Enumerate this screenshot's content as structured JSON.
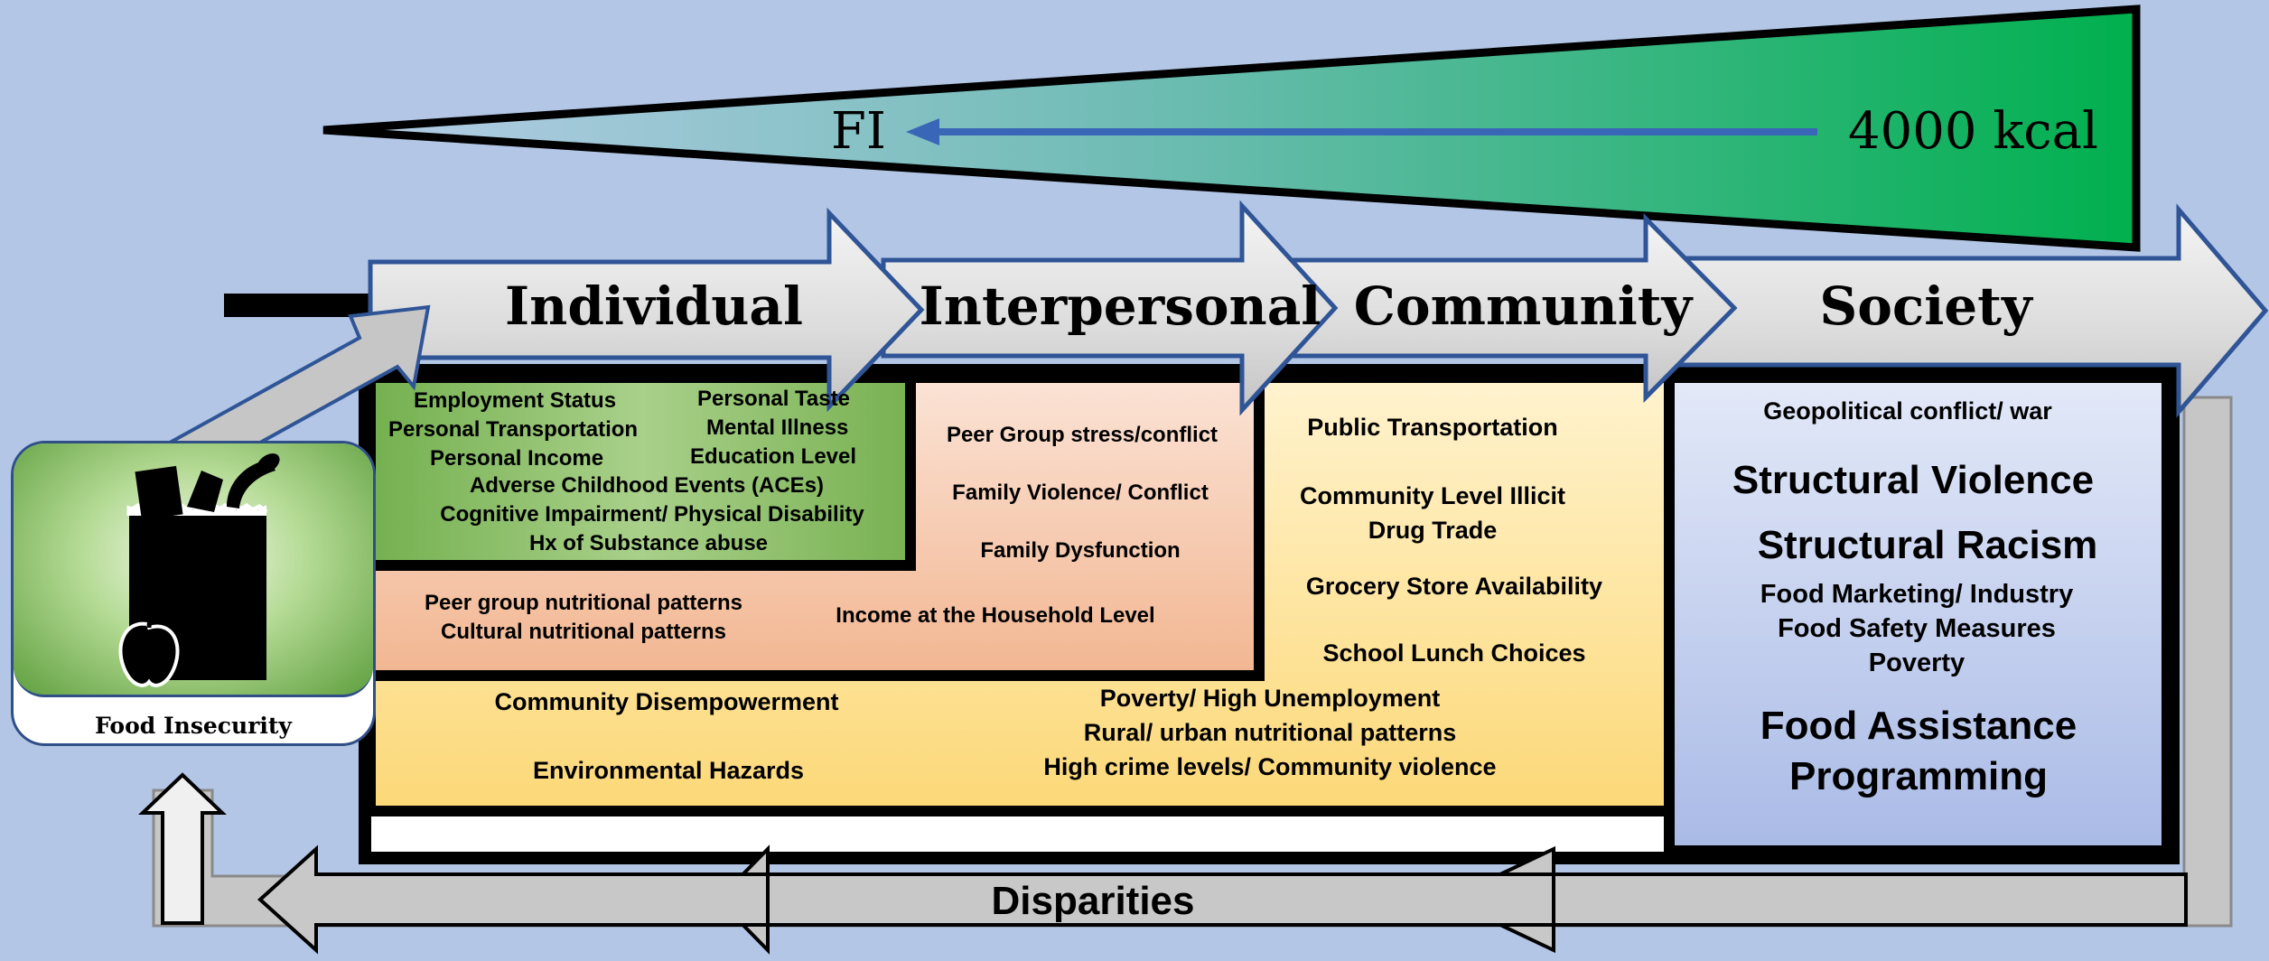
{
  "gradient_triangle": {
    "left_label": "FI",
    "right_label": "4000 kcal"
  },
  "levels": {
    "individual": "Individual",
    "interpersonal": "Interpersonal",
    "community": "Community",
    "society": "Society"
  },
  "individual_factors": {
    "employment_status": "Employment Status",
    "personal_taste": "Personal Taste",
    "personal_transportation": "Personal Transportation",
    "mental_illness": "Mental Illness",
    "personal_income": "Personal Income",
    "education_level": "Education Level",
    "aces": "Adverse Childhood Events (ACEs)",
    "cognitive": "Cognitive Impairment/ Physical Disability",
    "substance": "Hx of Substance abuse"
  },
  "interpersonal_factors": {
    "peer_stress": "Peer Group stress/conflict",
    "family_violence": "Family Violence/ Conflict",
    "family_dysfunction": "Family Dysfunction",
    "peer_nutrition": "Peer group nutritional patterns",
    "cultural_nutrition": "Cultural nutritional patterns",
    "household_income": "Income at the Household Level"
  },
  "community_factors": {
    "public_transport": "Public Transportation",
    "drug_trade_1": "Community  Level Illicit",
    "drug_trade_2": "Drug Trade",
    "grocery": "Grocery Store Availability",
    "school_lunch": "School Lunch Choices",
    "disempowerment": "Community  Disempowerment",
    "poverty": "Poverty/ High Unemployment",
    "rural_urban": "Rural/ urban nutritional patterns",
    "crime": "High crime levels/ Community  violence",
    "environmental": "Environmental Hazards"
  },
  "society_factors": {
    "geopolitical": "Geopolitical conflict/ war",
    "structural_violence": "Structural Violence",
    "structural_racism": "Structural Racism",
    "food_marketing": "Food Marketing/ Industry",
    "food_safety": "Food Safety Measures",
    "poverty": "Poverty",
    "food_assistance_1": "Food Assistance",
    "food_assistance_2": "Programming"
  },
  "food_insecurity": {
    "caption": "Food Insecurity",
    "icon": "grocery-bag-with-apple-icon"
  },
  "disparities": "Disparities",
  "colors": {
    "background": "#b3c6e6",
    "triangle_start": "#a9c8e6",
    "triangle_end": "#00b050",
    "arrow_blue": "#3a66b8",
    "individual_panel": "#7fb25c",
    "interpersonal_panel": "#f2c0a0",
    "community_panel": "#fde59a",
    "society_panel": "#c5d1ef"
  }
}
